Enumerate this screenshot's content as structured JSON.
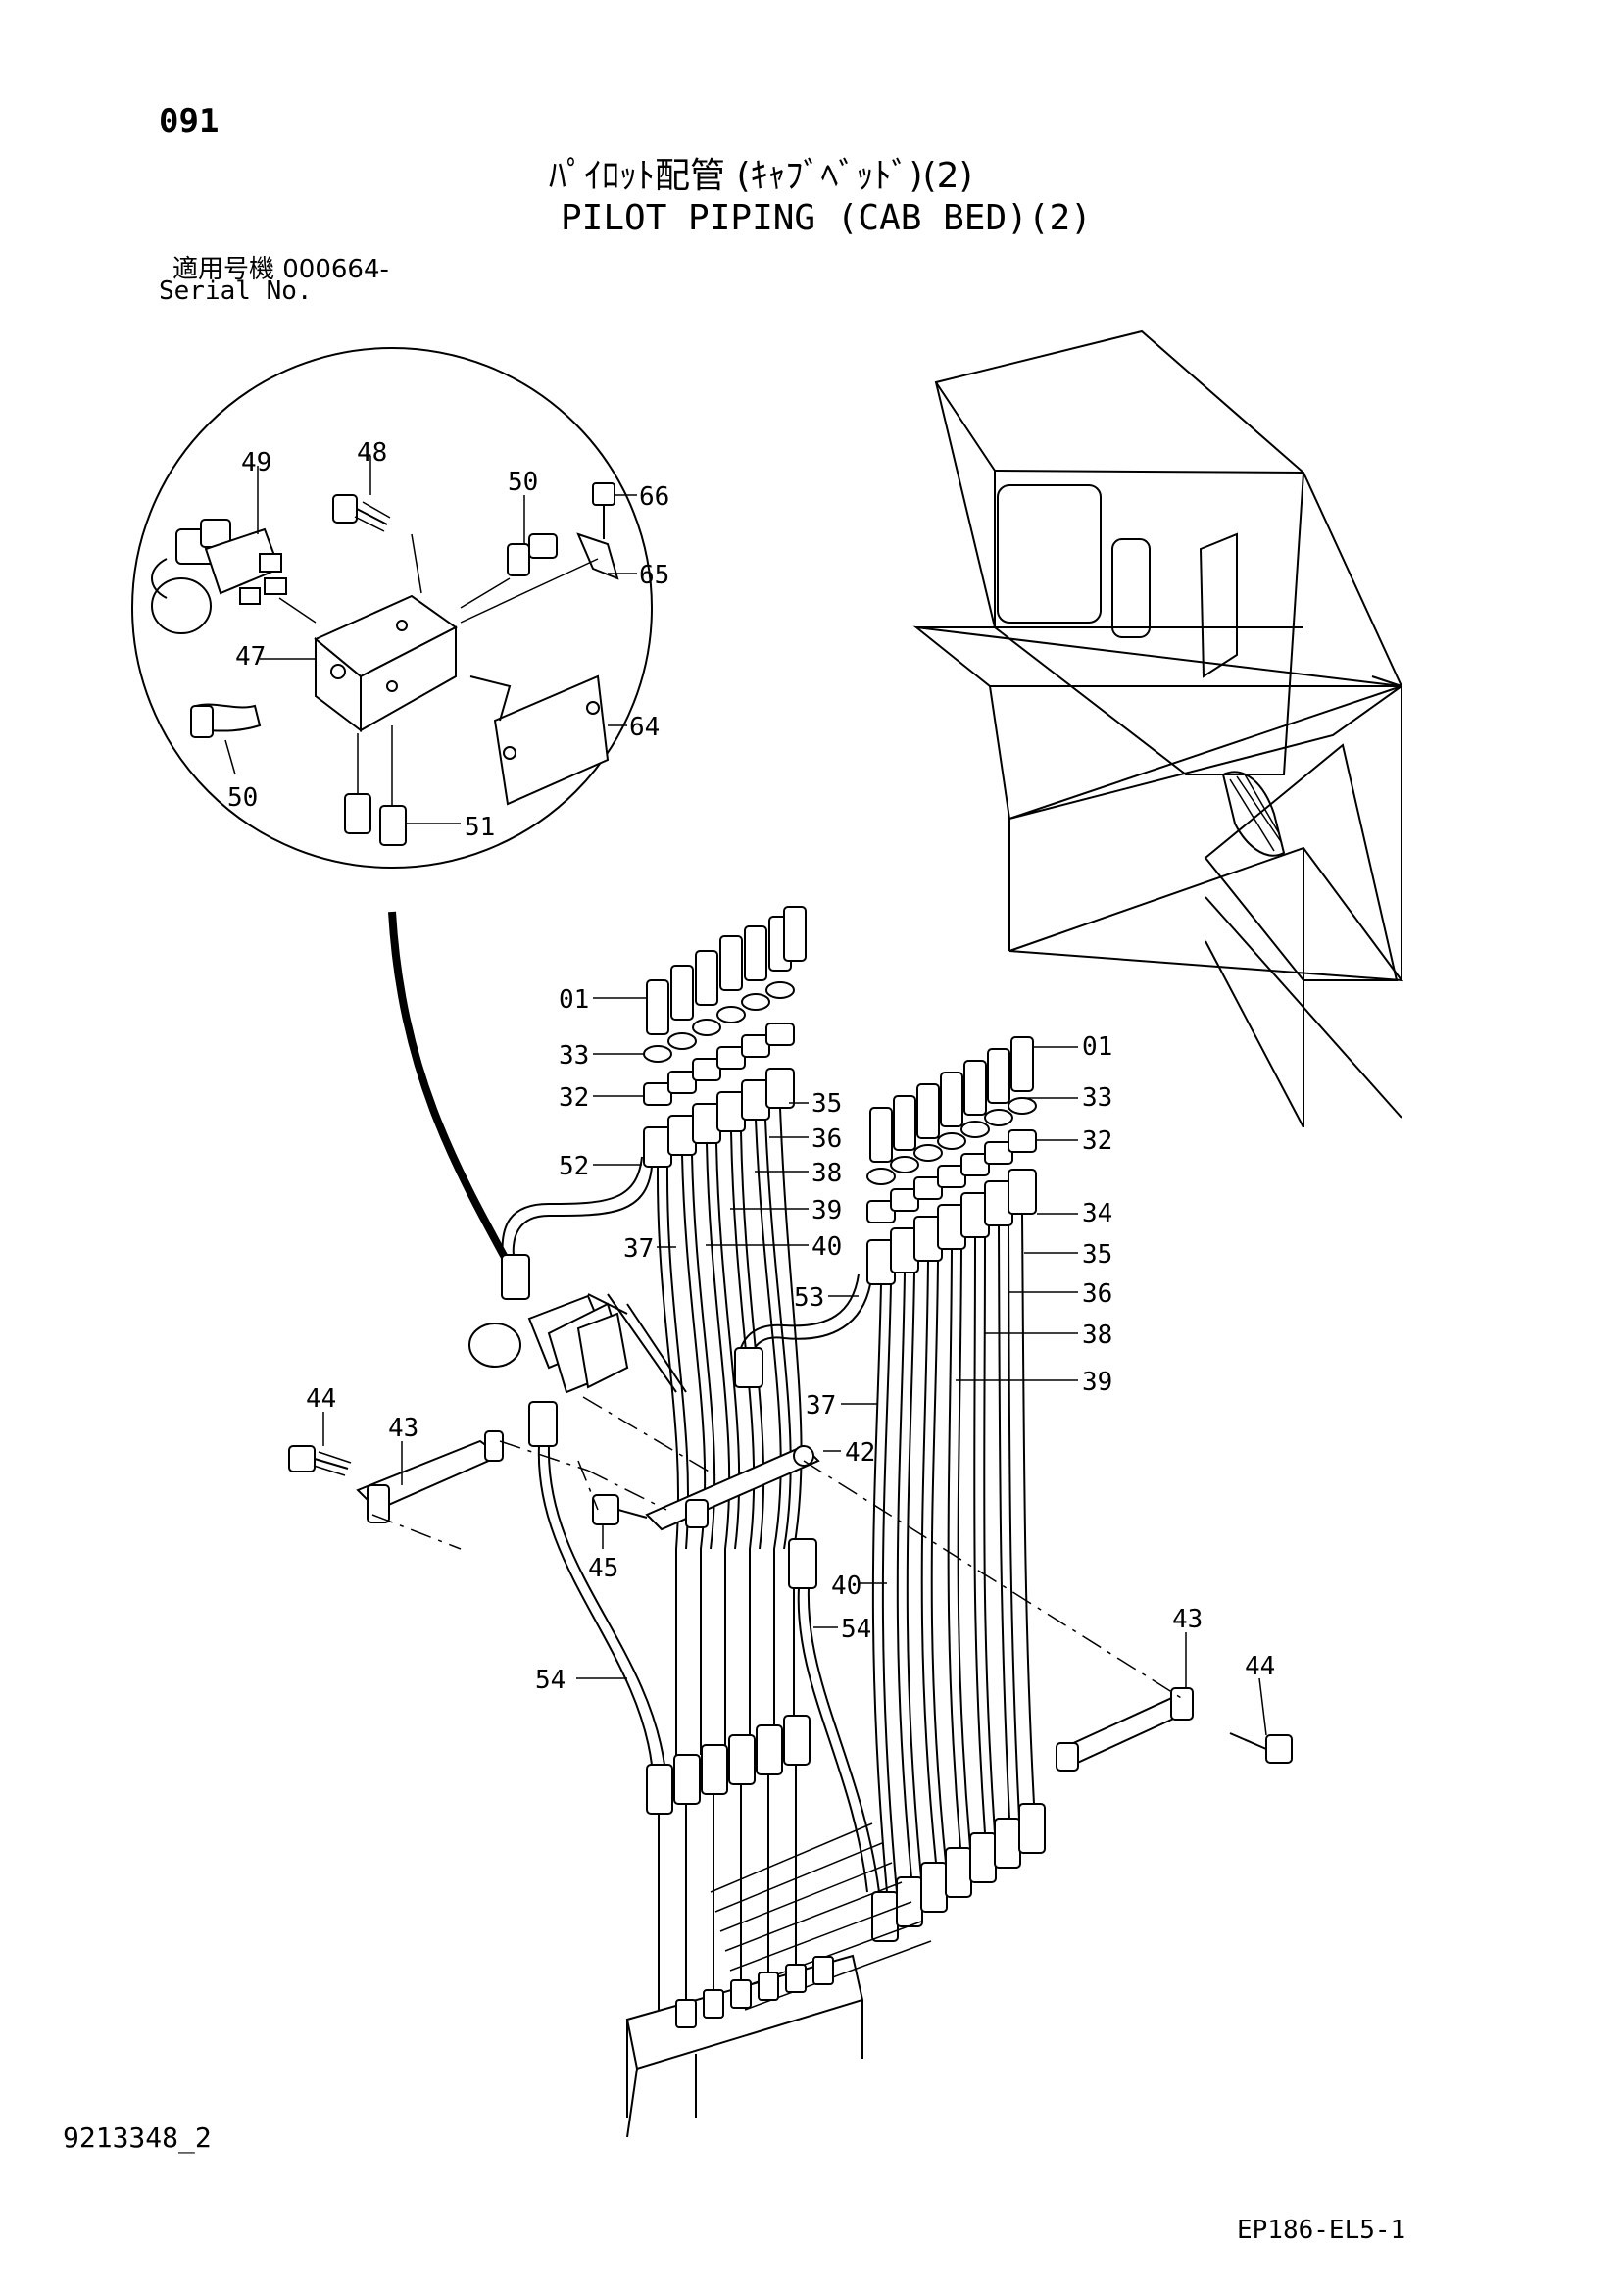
{
  "header": {
    "page_number": "091",
    "title_jp": "ﾊﾟｲﾛｯﾄ配管 (ｷｬﾌﾞﾍﾞｯﾄﾞ)(2)",
    "title_en": "PILOT PIPING (CAB BED)(2)",
    "serial_label_jp": "適用号機  000664-",
    "serial_label_en": "Serial No."
  },
  "callouts": {
    "c49": "49",
    "c48": "48",
    "c50a": "50",
    "c66": "66",
    "c65": "65",
    "c47": "47",
    "c64": "64",
    "c50b": "50",
    "c51": "51",
    "c01a": "01",
    "c33a": "33",
    "c32a": "32",
    "c35a": "35",
    "c36a": "36",
    "c38a": "38",
    "c39a": "39",
    "c40a": "40",
    "c52": "52",
    "c37a": "37",
    "c01b": "01",
    "c33b": "33",
    "c32b": "32",
    "c34": "34",
    "c35b": "35",
    "c36b": "36",
    "c38b": "38",
    "c39b": "39",
    "c53": "53",
    "c37b": "37",
    "c44a": "44",
    "c43a": "43",
    "c42": "42",
    "c45": "45",
    "c40b": "40",
    "c54a": "54",
    "c54b": "54",
    "c43b": "43",
    "c44b": "44"
  },
  "footer": {
    "drawing_code": "9213348_2",
    "figure_code": "EP186-EL5-1"
  }
}
